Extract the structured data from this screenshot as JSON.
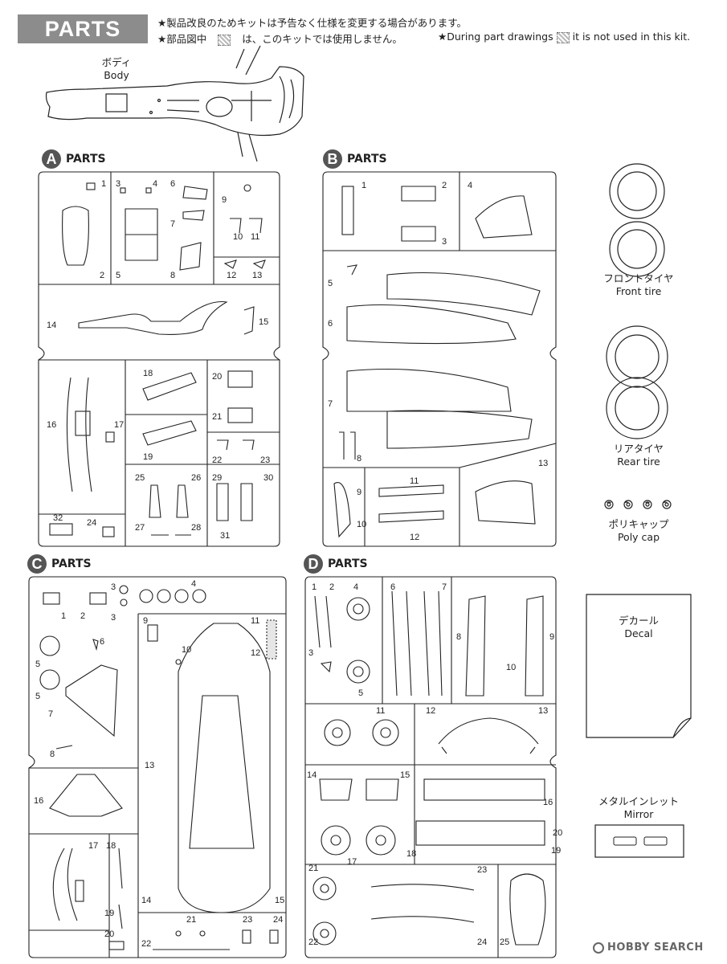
{
  "header": {
    "title": "PARTS",
    "notice_1": "★製品改良のためキットは予告なく仕様を変更する場合があります。",
    "notice_2_a": "★部品図中",
    "notice_2_b": "は、このキットでは使用しません。",
    "notice_3_a": "★During part drawings",
    "notice_3_b": "it is not used in this kit."
  },
  "body": {
    "label_jp": "ボディ",
    "label_en": "Body"
  },
  "sections": {
    "A": {
      "letter": "A",
      "title": "PARTS"
    },
    "B": {
      "letter": "B",
      "title": "PARTS"
    },
    "C": {
      "letter": "C",
      "title": "PARTS"
    },
    "D": {
      "letter": "D",
      "title": "PARTS"
    }
  },
  "loose_parts": {
    "front_tire_jp": "フロントタイヤ",
    "front_tire_en": "Front tire",
    "rear_tire_jp": "リアタイヤ",
    "rear_tire_en": "Rear tire",
    "poly_cap_jp": "ポリキャップ",
    "poly_cap_en": "Poly cap",
    "decal_jp": "デカール",
    "decal_en": "Decal",
    "mirror_jp": "メタルインレット",
    "mirror_en": "Mirror"
  },
  "watermark": {
    "text": "HOBBY SEARCH",
    "icon": "hobby-search-logo-icon"
  }
}
